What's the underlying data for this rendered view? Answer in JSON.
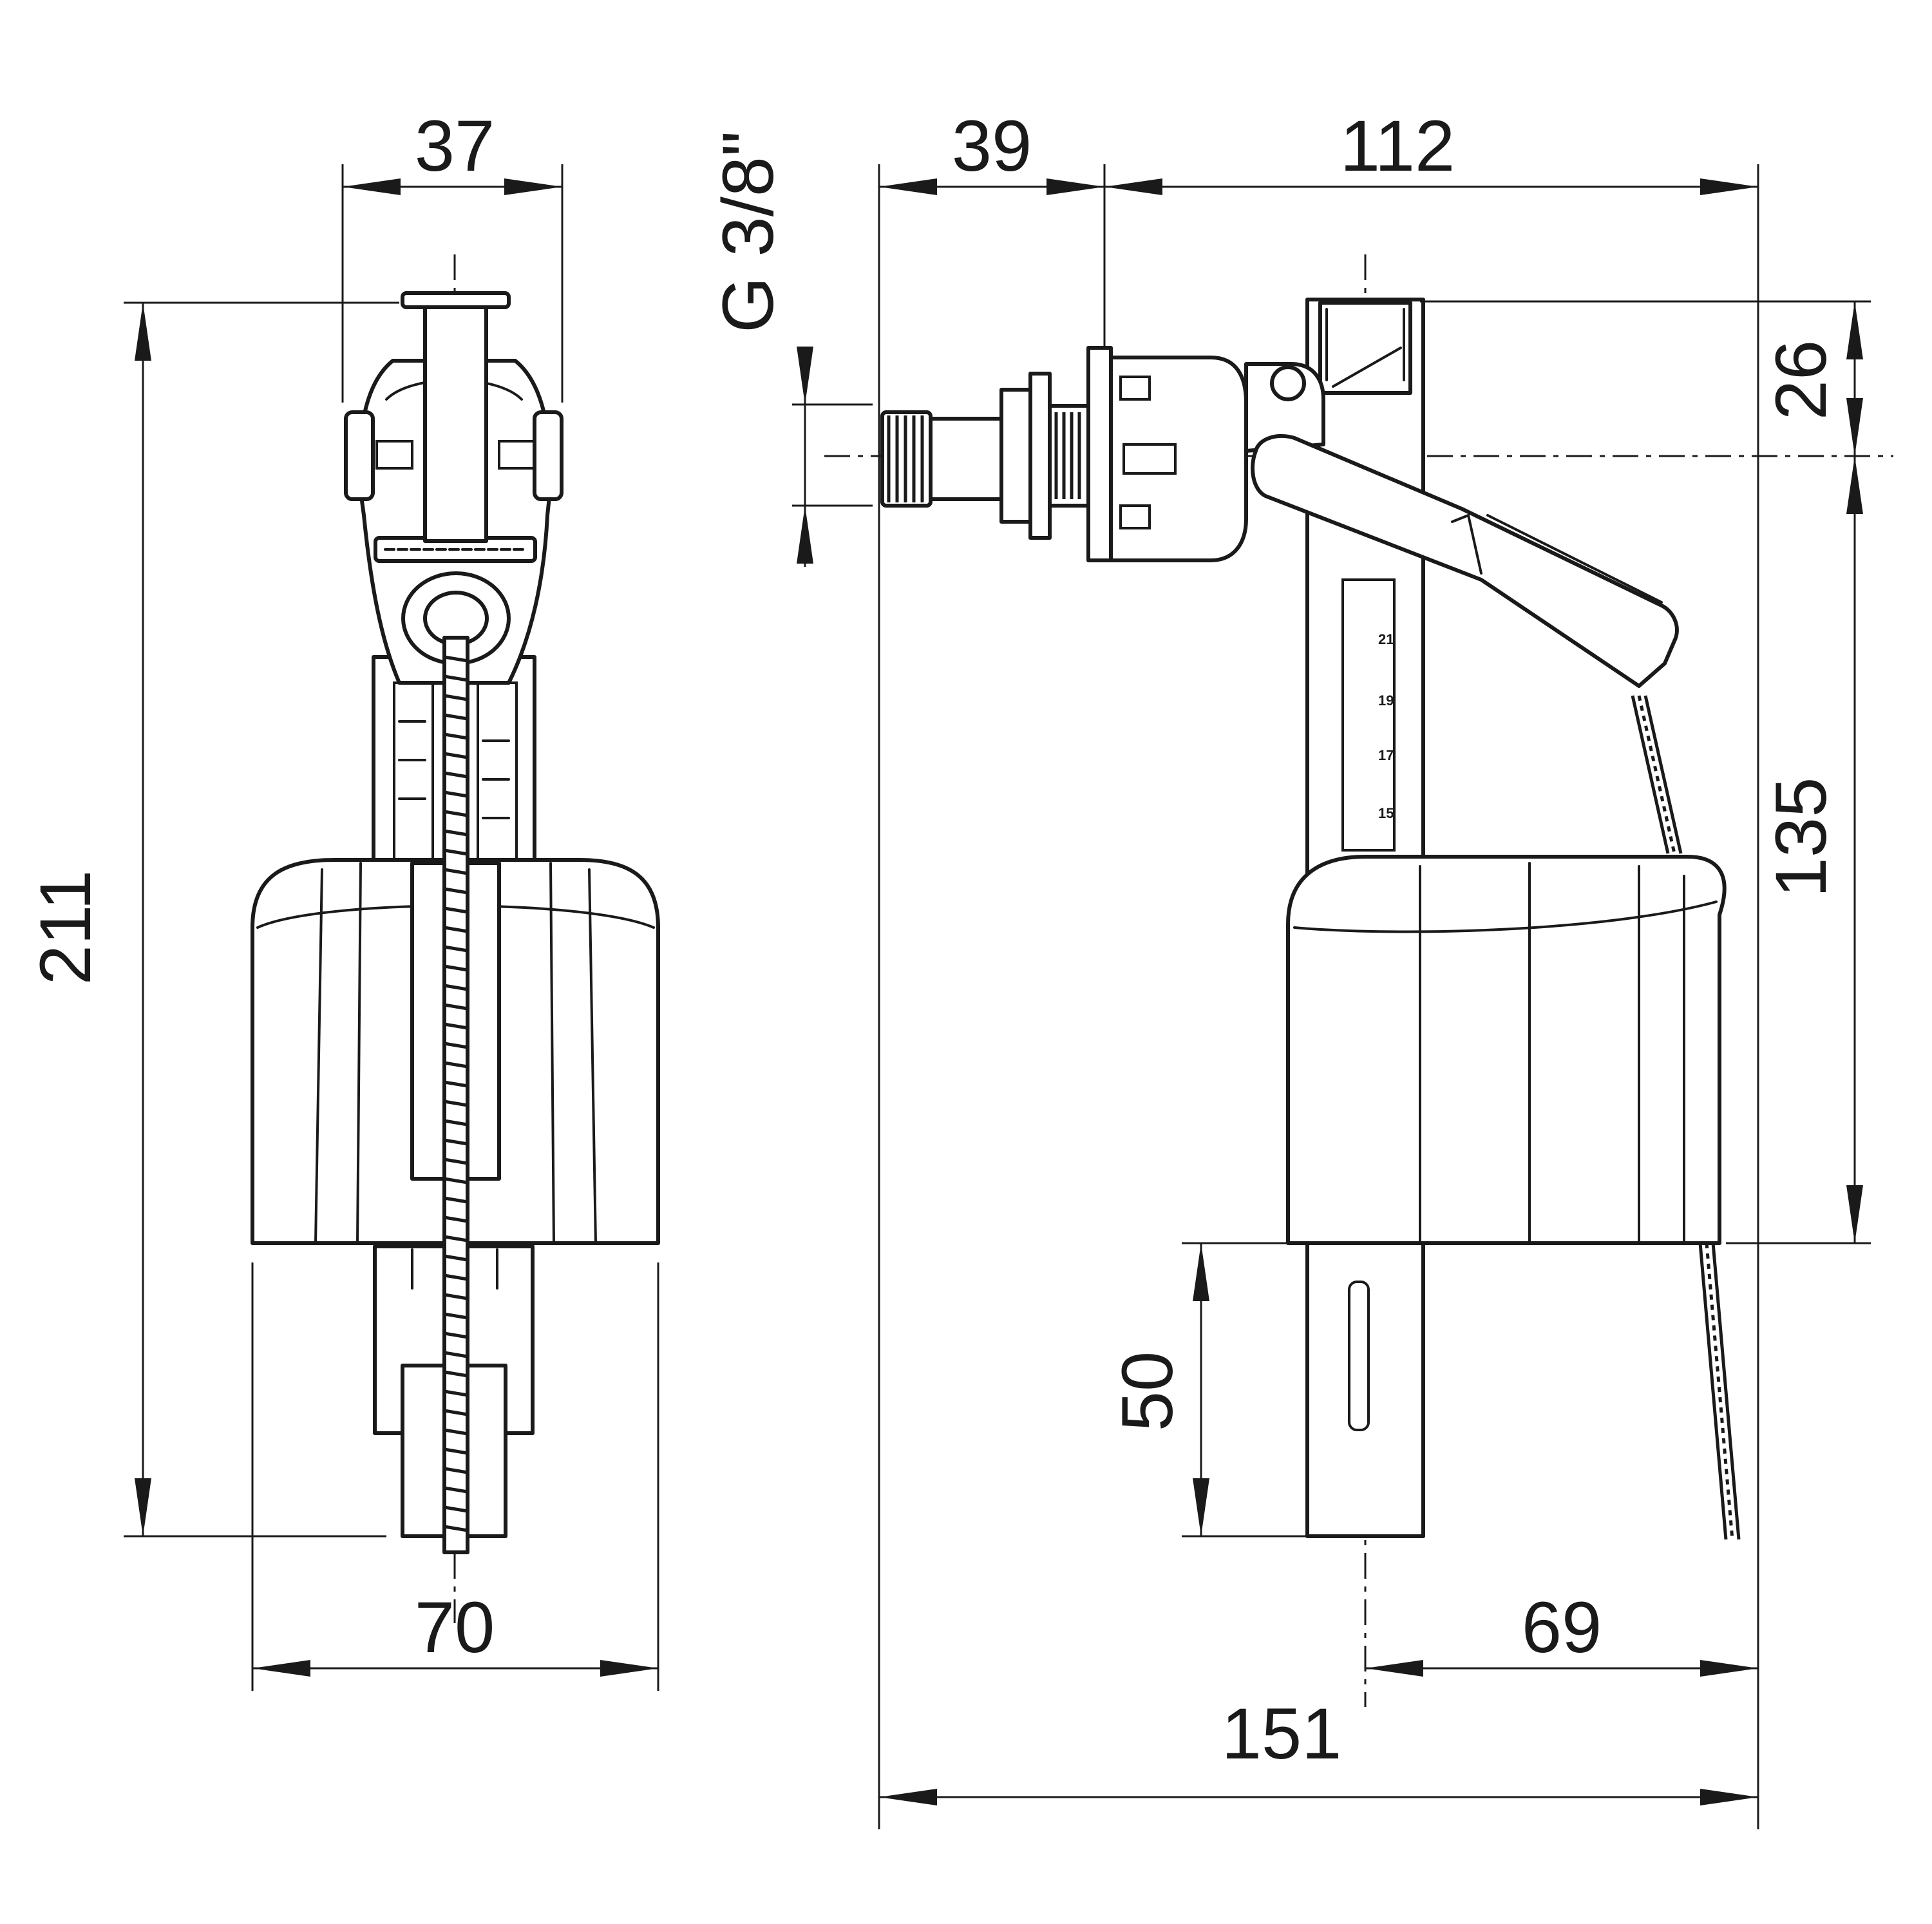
{
  "front_view": {
    "width_top": "37",
    "width_float": "70",
    "height_total": "211"
  },
  "side_view": {
    "thread_size": "G 3/8\"",
    "inlet_offset": "39",
    "arm_length": "112",
    "top_offset": "26",
    "float_height": "135",
    "min_depth": "50",
    "float_to_edge": "69",
    "total_length": "151",
    "scale_marks": [
      "21",
      "19",
      "17",
      "15"
    ]
  },
  "colors": {
    "line": "#1a1a1a",
    "background": "#ffffff"
  }
}
